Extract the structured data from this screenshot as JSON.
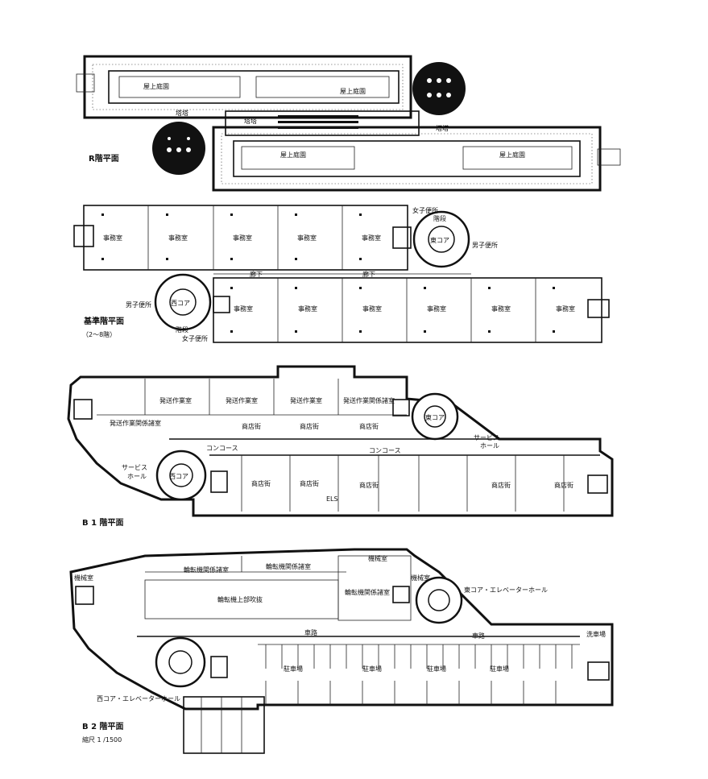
{
  "roof": {
    "title": "R階平面",
    "labels": [
      "屋上庭園",
      "屋上庭園",
      "屋上庭園",
      "屋上庭園",
      "塔塔",
      "塔塔",
      "塔塔"
    ]
  },
  "typical": {
    "title": "基準階平面",
    "subtitle": "（2〜8階）",
    "office": "事務室",
    "corridor": "廊下",
    "east_core": "東コア",
    "west_core": "西コア",
    "womens": "女子便所",
    "mens": "男子便所",
    "stairs": "階段"
  },
  "b1": {
    "title": "B 1 階平面",
    "shipping": "発送作業室",
    "shipping_related": "発送作業関係諸室",
    "concourse": "コンコース",
    "shops": "商店街",
    "service_hall": "サービスホール",
    "service": "サービス",
    "hall": "ホール",
    "west_core": "西コア",
    "east_core": "東コア",
    "els": "ELS"
  },
  "b2": {
    "title": "B 2 階平面",
    "scale": "縮尺 1 /1500",
    "machine": "機械室",
    "rotary_related": "輪転機関係諸室",
    "rotary_void": "輪転機上部吹抜",
    "road": "車路",
    "parking": "駐車場",
    "carwash": "洗車場",
    "east_core_eh": "東コア・エレベーターホール",
    "west_core_eh": "西コア・エレベーターホール"
  }
}
